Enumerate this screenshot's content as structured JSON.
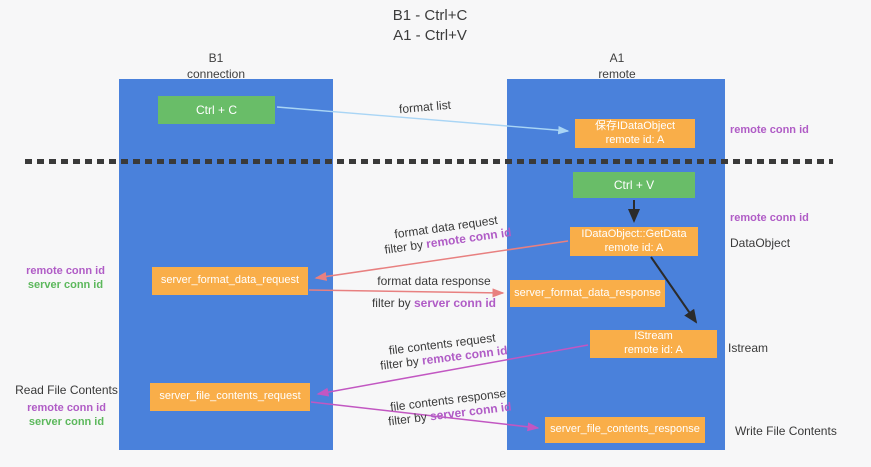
{
  "title": {
    "line1": "B1 - Ctrl+C",
    "line2": "A1 - Ctrl+V"
  },
  "columns": {
    "left": {
      "name": "B1",
      "role": "connection"
    },
    "right": {
      "name": "A1",
      "role": "remote"
    }
  },
  "nodes": {
    "ctrl_c": {
      "label": "Ctrl + C"
    },
    "ctrl_v": {
      "label": "Ctrl + V"
    },
    "save_dataobject": {
      "line1": "保存IDataObject",
      "line2": "remote id: A"
    },
    "getdata": {
      "line1": "IDataObject::GetData",
      "line2": "remote id: A"
    },
    "istream": {
      "line1": "IStream",
      "line2": "remote id: A"
    },
    "format_request": {
      "label": "server_format_data_request"
    },
    "format_response": {
      "label": "server_format_data_response"
    },
    "file_request": {
      "label": "server_file_contents_request"
    },
    "file_response": {
      "label": "server_file_contents_response"
    }
  },
  "arrow_labels": {
    "format_list": "format list",
    "format_data_request": {
      "line1": "format data request",
      "filter_prefix": "filter by ",
      "filter_key": "remote conn id"
    },
    "format_data_response": {
      "line1": "format data response",
      "filter_prefix": "filter by ",
      "filter_key": "server conn id"
    },
    "file_contents_request": {
      "line1": "file contents request",
      "filter_prefix": "filter by ",
      "filter_key": "remote conn id"
    },
    "file_contents_response": {
      "line1": "file contents response",
      "filter_prefix": "filter by ",
      "filter_key": "server conn id"
    }
  },
  "side_labels": {
    "left_mid": {
      "remote": "remote conn id",
      "server": "server conn id"
    },
    "left_bottom": {
      "title": "Read File Contents",
      "remote": "remote conn id",
      "server": "server conn id"
    },
    "right_top": {
      "remote": "remote conn id"
    },
    "right_mid": {
      "remote": "remote conn id",
      "dataobject": "DataObject"
    },
    "right_istream": {
      "label": "Istream"
    },
    "right_bottom": {
      "label": "Write File Contents"
    }
  },
  "colors": {
    "blue": "#4a81db",
    "green": "#69bd68",
    "orange": "#f9ae49",
    "purple": "#b05cc6",
    "green_label": "#5cb85c",
    "arrow_blue": "#a9d5f5",
    "arrow_red": "#e88080",
    "arrow_magenta": "#c257c2",
    "ink": "#2b2b2b"
  }
}
